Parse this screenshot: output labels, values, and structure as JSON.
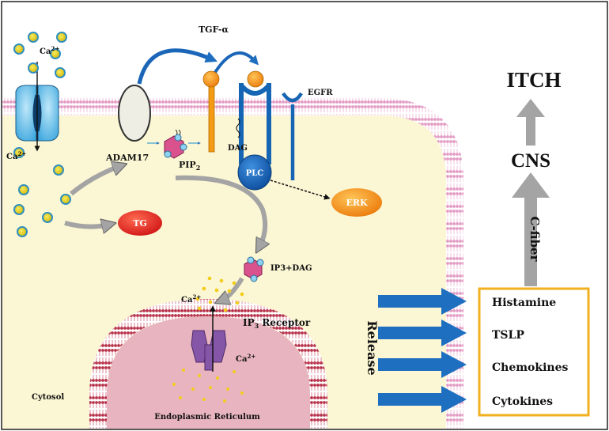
{
  "labels": {
    "ca_top": "Ca",
    "ca_top_sup": "2+",
    "ca_left": "Ca",
    "ca_left_sup": "2+",
    "tgf": "TGF-α",
    "egfr": "EGFR",
    "adam17": "ADAM17",
    "pip2": "PIP",
    "pip2_sub": "2",
    "dag": "DAG",
    "plc": "PLC",
    "erk": "ERK",
    "tg": "TG",
    "ip3dag": "IP3+DAG",
    "ca_mid": "Ca",
    "ca_mid_sup": "2+",
    "ip3_receptor_prefix": "IP",
    "ip3_receptor_sub": "3",
    "ip3_receptor_suffix": " Receptor",
    "ca_er": "Ca",
    "ca_er_sup": "2+",
    "er": "Endoplasmic Reticulum",
    "cytosol": "Cytosol",
    "release": "Release",
    "itch": "ITCH",
    "cns": "CNS",
    "cfiber": "C-fiber"
  },
  "mediators": [
    "Histamine",
    "TSLP",
    "Chemokines",
    "Cytokines"
  ],
  "colors": {
    "membrane": "#e79ac6",
    "cytosol": "#fbf6d3",
    "er_lumen": "#e7b4bf",
    "receptor_blue": "#1565b4",
    "tgf_orange": "#f49b16",
    "tg_red": "#e8201e",
    "erk_orange": "#f08a14",
    "channel_blue": "#6fc6ee",
    "pip_pink": "#d9528d",
    "arrow_gray": "#a4a4a4",
    "release_arrow": "#1f6fc0",
    "box_border": "#f2b01e"
  }
}
